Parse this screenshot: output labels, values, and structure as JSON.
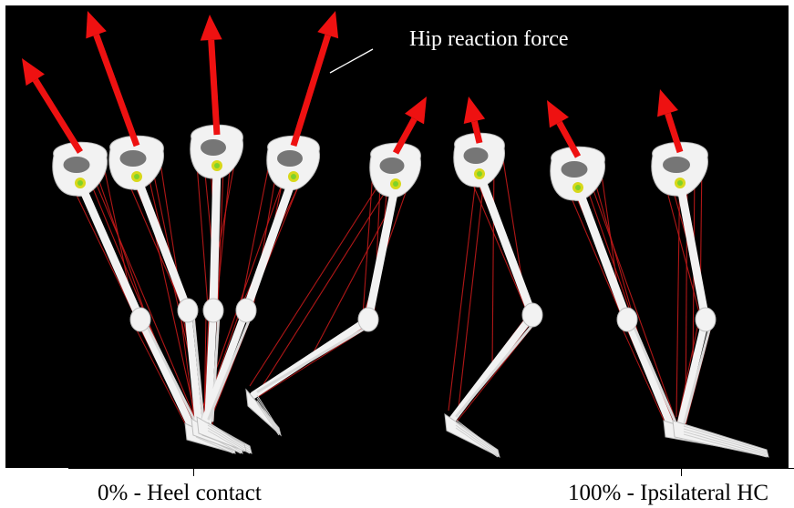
{
  "annotation": {
    "hip_reaction_force": "Hip reaction force"
  },
  "timeline": {
    "start_label": "0% - Heel contact",
    "end_label": "100% - Ipsilateral HC"
  },
  "colors": {
    "background": "#000000",
    "bone": "#f2f2f2",
    "force_arrow": "#ee1111",
    "muscle_line": "#c41a1a",
    "joint_center": "#d8d81a",
    "axis": "#000000"
  },
  "legs": [
    {
      "name": "leg-pose-1",
      "icon": "skeleton-leg-icon"
    },
    {
      "name": "leg-pose-2",
      "icon": "skeleton-leg-icon"
    },
    {
      "name": "leg-pose-3",
      "icon": "skeleton-leg-icon"
    },
    {
      "name": "leg-pose-4",
      "icon": "skeleton-leg-icon"
    },
    {
      "name": "leg-pose-5",
      "icon": "skeleton-leg-icon"
    },
    {
      "name": "leg-pose-6",
      "icon": "skeleton-leg-icon"
    },
    {
      "name": "leg-pose-7",
      "icon": "skeleton-leg-icon"
    },
    {
      "name": "leg-pose-8",
      "icon": "skeleton-leg-icon"
    }
  ]
}
